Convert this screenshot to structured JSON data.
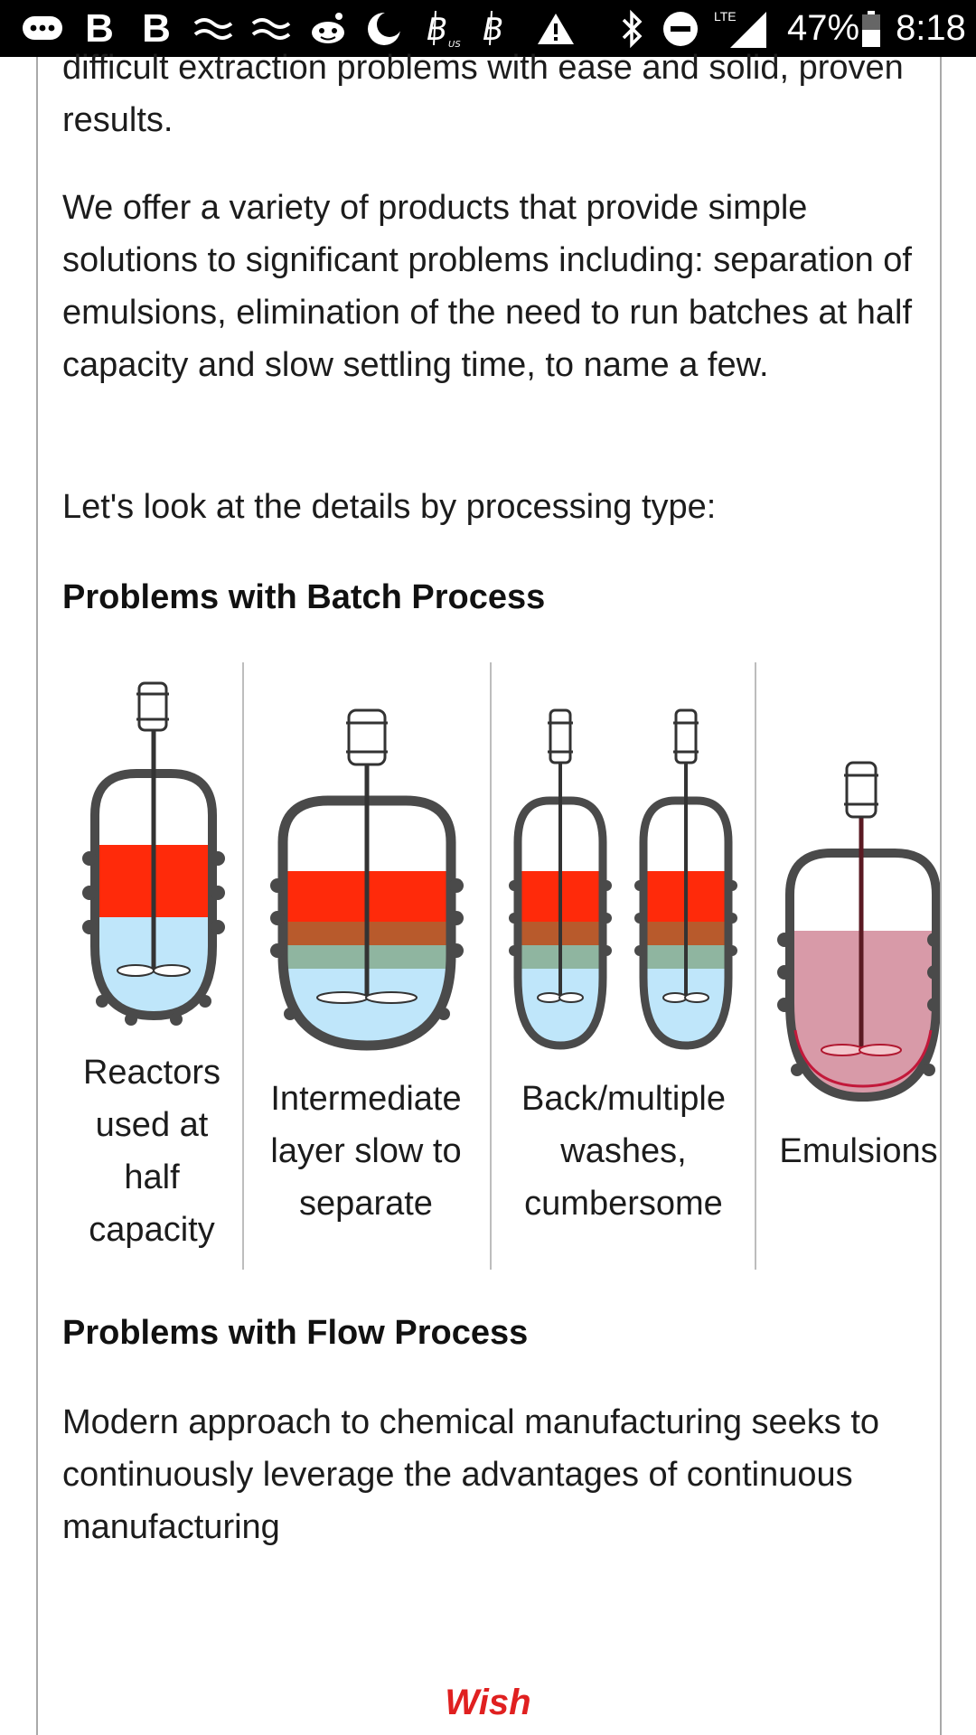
{
  "status_bar": {
    "battery": "47%",
    "time": "8:18",
    "network": "LTE",
    "icons": [
      "messages-icon",
      "bold-b-icon",
      "bold-b-icon",
      "wave-icon",
      "wave-icon",
      "reddit-icon",
      "moon-icon",
      "bitcoin-us-icon",
      "bitcoin-icon",
      "warning-icon",
      "bluetooth-icon",
      "do-not-disturb-icon",
      "signal-icon",
      "battery-icon"
    ],
    "b_glyph": "B"
  },
  "content": {
    "intro_tail": "difficult extraction problems with ease and solid, proven results.",
    "offer_paragraph": "We offer a variety of products that provide simple solutions to significant problems including: separation of emulsions, elimination of the need to run batches at half capacity and slow settling time, to name a few.",
    "details_line": "Let's look at the details by processing type:",
    "batch_heading": "Problems with Batch Process",
    "batch_items": [
      {
        "caption": "Reactors used at half capacity"
      },
      {
        "caption": "Intermediate layer slow to separate"
      },
      {
        "caption": "Back/multiple washes, cumbersome"
      },
      {
        "caption": "Emulsions"
      }
    ],
    "flow_heading": "Problems with Flow Process",
    "flow_paragraph": "Modern approach to chemical manufacturing seeks to continuously leverage the advantages of continuous manufacturing",
    "footer_brand": "Wish"
  },
  "colors": {
    "organic_layer": "#ff2a0a",
    "interphase_brown": "#b85a2c",
    "interphase_green": "#8fb5a0",
    "aqueous_layer": "#bfe6fa",
    "emulsion": "#d89aa8",
    "vessel": "#4a4a4a",
    "brand_red": "#e02020"
  }
}
